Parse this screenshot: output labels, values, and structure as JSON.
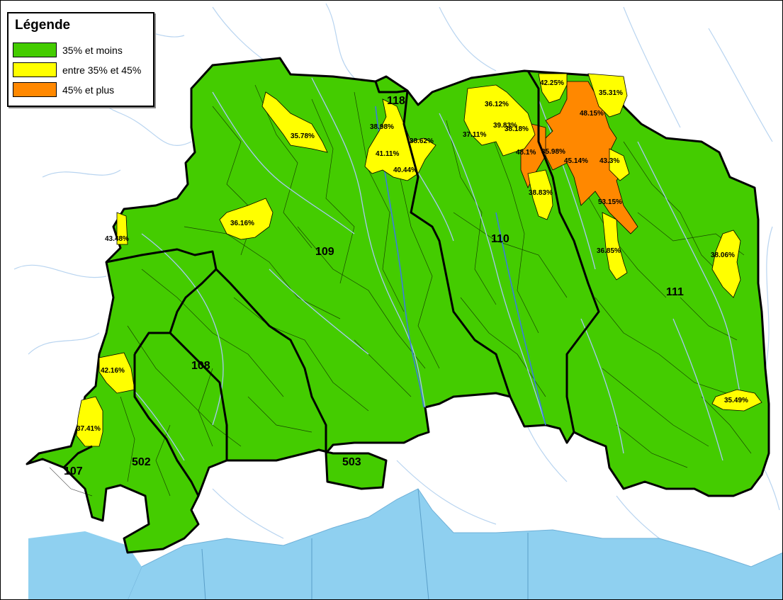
{
  "legend": {
    "title": "Légende",
    "items": [
      {
        "label": "35% et moins",
        "color": "#44cc00"
      },
      {
        "label": "entre 35% et 45%",
        "color": "#ffff00"
      },
      {
        "label": "45% et plus",
        "color": "#ff8800"
      }
    ]
  },
  "colors": {
    "land": "#44cc00",
    "mid": "#ffff00",
    "high": "#ff8800",
    "water": "#8fd0f0",
    "river": "#a6c8f0",
    "boundary": "#000000"
  },
  "zones": {
    "z107": "107",
    "z108": "108",
    "z109": "109",
    "z110": "110",
    "z111": "111",
    "z118": "118",
    "z502": "502",
    "z503": "503"
  },
  "percentages": {
    "p3578": "35.78%",
    "p3898": "38.98%",
    "p3862": "38.62%",
    "p4111": "41.11%",
    "p4044": "40.44%",
    "p3616": "36.16%",
    "p4348": "43.48%",
    "p3612": "36.12%",
    "p3983": "39.83%",
    "p3711": "37.11%",
    "p3818": "38.18%",
    "p481": "48.1%",
    "p3598": "35.98%",
    "p3883": "38.83%",
    "p4225": "42.25%",
    "p3531": "35.31%",
    "p4815": "48.15%",
    "p4514": "45.14%",
    "p433": "43.3%",
    "p5315": "53.15%",
    "p3685": "36.85%",
    "p3806": "38.06%",
    "p4216": "42.16%",
    "p3741": "37.41%",
    "p3549": "35.49%"
  }
}
